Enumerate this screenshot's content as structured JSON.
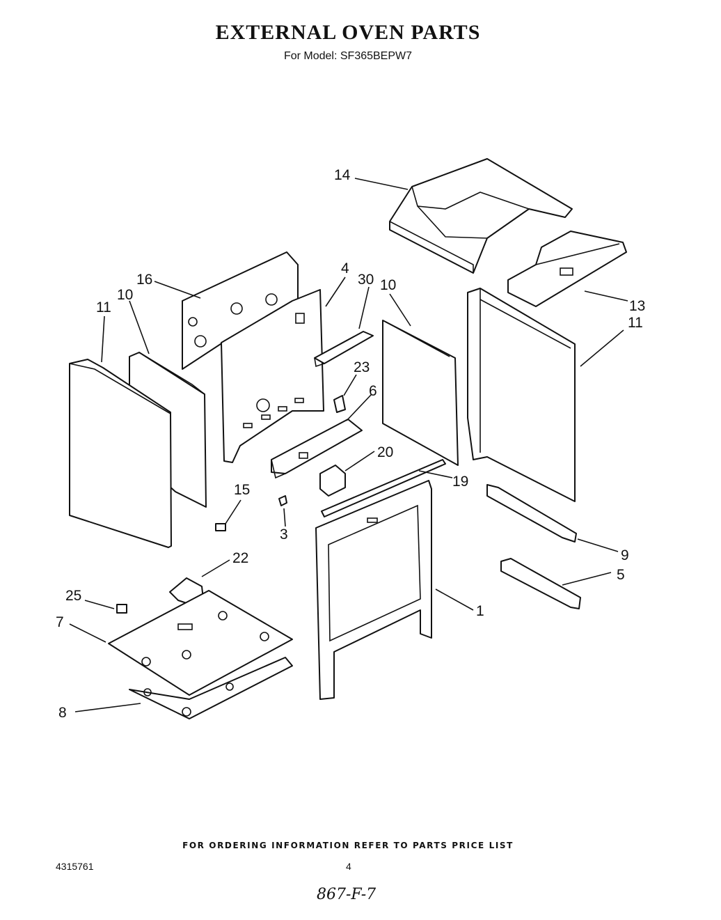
{
  "header": {
    "title": "EXTERNAL OVEN PARTS",
    "subtitle": "For Model: SF365BEPW7"
  },
  "callouts": {
    "c1": "1",
    "c3": "3",
    "c4": "4",
    "c5": "5",
    "c6": "6",
    "c7": "7",
    "c8": "8",
    "c9": "9",
    "c10_left": "10",
    "c10_right": "10",
    "c11_left": "11",
    "c11_right": "11",
    "c13": "13",
    "c14": "14",
    "c15": "15",
    "c16": "16",
    "c19": "19",
    "c20": "20",
    "c22": "22",
    "c23": "23",
    "c25": "25",
    "c30": "30"
  },
  "footer": {
    "ordering_note": "FOR ORDERING INFORMATION REFER TO PARTS PRICE LIST",
    "doc_number": "4315761",
    "page_number": "4",
    "handwritten_code": "867-F-7"
  }
}
